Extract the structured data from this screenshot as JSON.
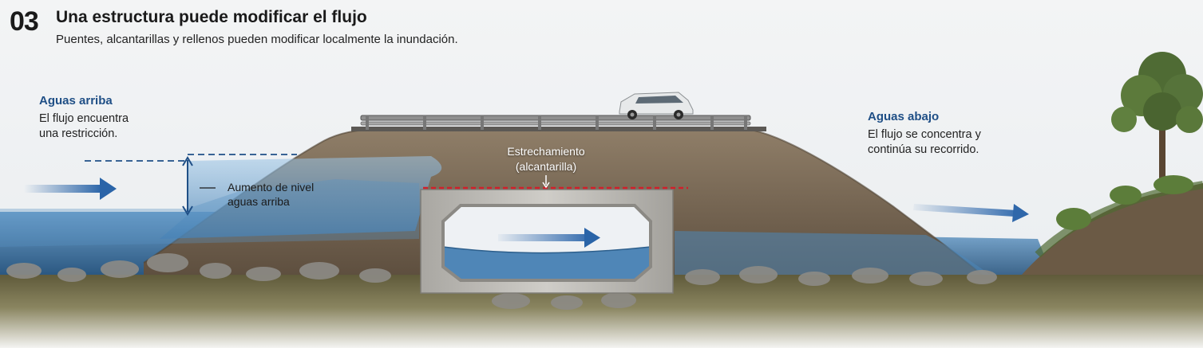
{
  "header": {
    "number": "03",
    "title": "Una estructura puede modificar el flujo",
    "subtitle": "Puentes, alcantarillas y rellenos pueden modificar localmente la inundación."
  },
  "upstream": {
    "heading": "Aguas arriba",
    "lines": [
      "El flujo encuentra",
      "una restricción."
    ]
  },
  "downstream": {
    "heading": "Aguas abajo",
    "lines": [
      "El flujo se concentra y",
      "continúa su recorrido."
    ]
  },
  "level_rise": {
    "lines": [
      "Aumento de nivel",
      "aguas arriba"
    ]
  },
  "constriction": {
    "lines": [
      "Estrechamiento",
      "(alcantarilla)"
    ]
  },
  "colors": {
    "water": "#5a93c2",
    "arrow": "#2a64a8",
    "heading": "#1f4f86",
    "constriction_line": "#d0202a",
    "embankment": "#7d6a55",
    "concrete": "#b7b5b0"
  },
  "icons": [
    "flow-arrow-icon",
    "vehicle-icon",
    "tree-icon",
    "guardrail-icon"
  ]
}
